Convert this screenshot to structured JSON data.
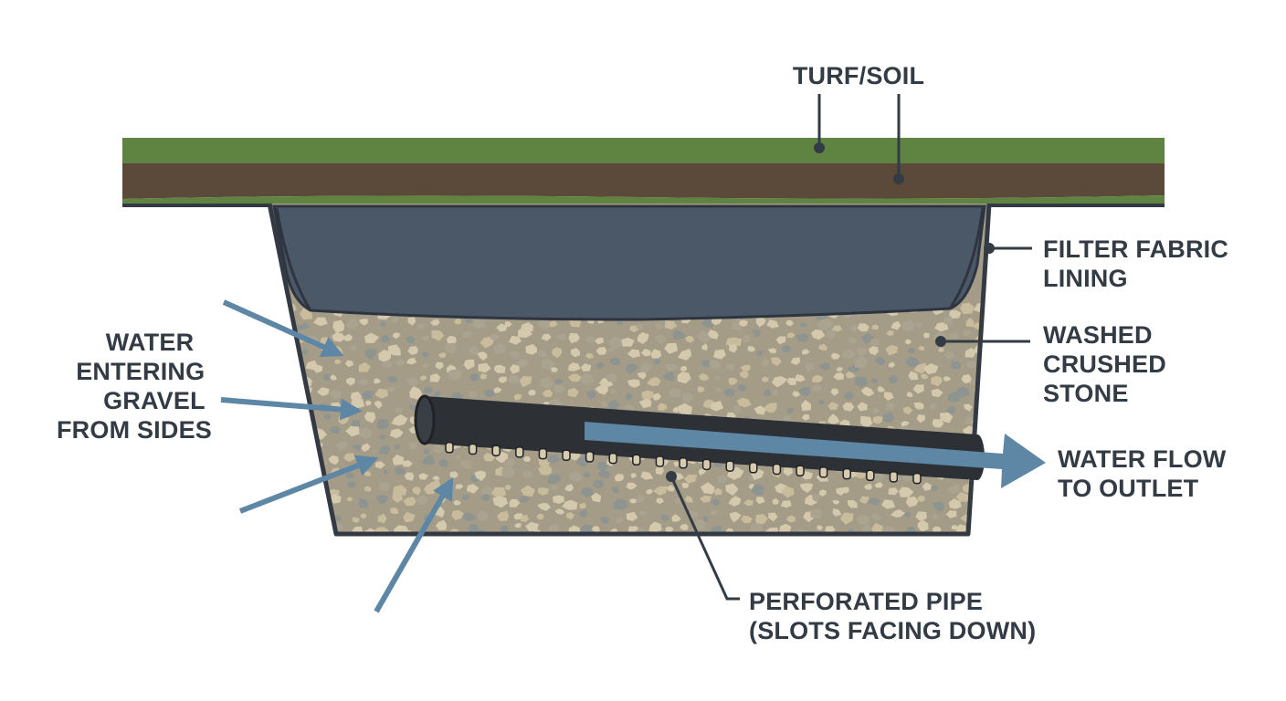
{
  "labels": {
    "turf_soil": "TURF/SOIL",
    "filter_fabric": [
      "FILTER FABRIC",
      "LINING"
    ],
    "washed_stone": [
      "WASHED",
      "CRUSHED",
      "STONE"
    ],
    "water_entering": [
      "WATER",
      "ENTERING",
      "GRAVEL",
      "FROM SIDES"
    ],
    "water_flow": [
      "WATER FLOW",
      "TO OUTLET"
    ],
    "perforated_pipe": [
      "PERFORATED PIPE",
      "(SLOTS FACING DOWN)"
    ]
  },
  "colors": {
    "turf": "#5f8442",
    "soil": "#5b4a3a",
    "trench_outline": "#333a44",
    "filter_fabric": "#4b5868",
    "gravel_bg": "#a59c88",
    "stone_light": "#d5c9ad",
    "stone_mid": "#a9a390",
    "stone_gray": "#8e9490",
    "pipe": "#2d3136",
    "water_arrow": "#5e87a6",
    "label_text": "#333b45"
  }
}
